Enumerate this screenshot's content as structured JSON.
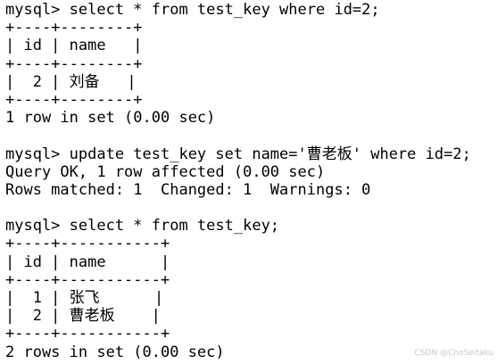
{
  "terminal": {
    "lines": [
      "mysql> select * from test_key where id=2;",
      "+----+--------+",
      "| id | name   |",
      "+----+--------+",
      "|  2 | 刘备   |",
      "+----+--------+",
      "1 row in set (0.00 sec)",
      "",
      "mysql> update test_key set name='曹老板' where id=2;",
      "Query OK, 1 row affected (0.00 sec)",
      "Rows matched: 1  Changed: 1  Warnings: 0",
      "",
      "mysql> select * from test_key;",
      "+----+-----------+",
      "| id | name      |",
      "+----+-----------+",
      "|  1 | 张飞      |",
      "|  2 | 曹老板    |",
      "+----+-----------+",
      "2 rows in set (0.00 sec)"
    ]
  },
  "watermark": "CSDN @ChoSeitaku"
}
